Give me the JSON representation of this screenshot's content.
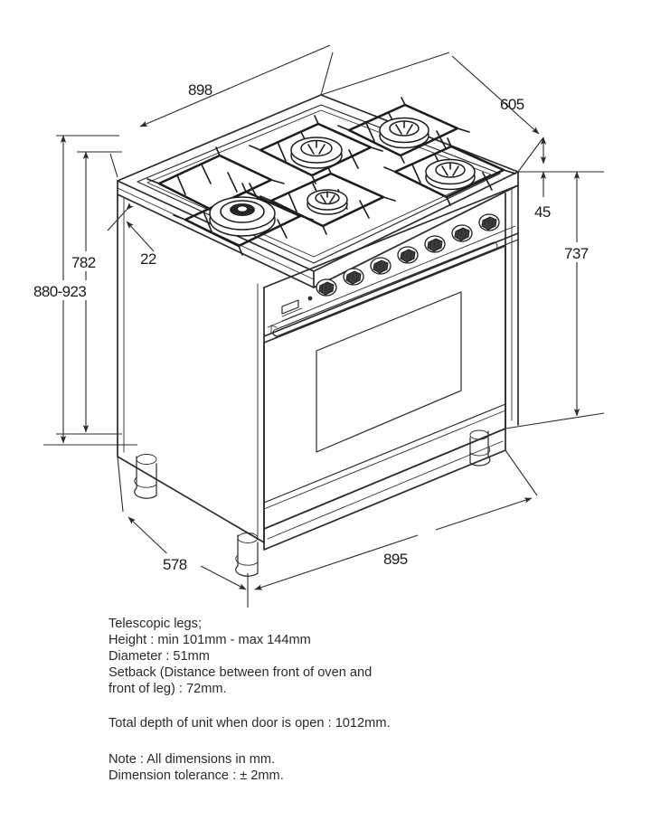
{
  "document": {
    "kind": "dimensional-line-drawing",
    "subject": "90cm freestanding range cooker with 5-burner gas hob"
  },
  "dimensions": {
    "width_top": "898",
    "depth_top": "605",
    "worktop_thickness": "22",
    "worktop_lip": "45",
    "height_to_worktop": "782",
    "height_adjustable_range": "880-923",
    "height_front_to_worktop": "737",
    "depth_base": "578",
    "width_base": "895"
  },
  "dimension_list": [
    {
      "id": "width-top",
      "value": "898",
      "meaning": "overall width at worktop"
    },
    {
      "id": "depth-top",
      "value": "605",
      "meaning": "overall depth at worktop"
    },
    {
      "id": "worktop-thickness",
      "value": "22",
      "meaning": "worktop edge thickness"
    },
    {
      "id": "worktop-lip",
      "value": "45",
      "meaning": "worktop lip / overhang height"
    },
    {
      "id": "height-worktop",
      "value": "782",
      "meaning": "height to underside of worktop"
    },
    {
      "id": "height-range",
      "value": "880-923",
      "meaning": "overall adjustable height"
    },
    {
      "id": "height-front",
      "value": "737",
      "meaning": "front height below worktop"
    },
    {
      "id": "depth-base",
      "value": "578",
      "meaning": "depth at base"
    },
    {
      "id": "width-base",
      "value": "895",
      "meaning": "width at base"
    }
  ],
  "notes": {
    "legs_block": [
      "Telescopic legs;",
      "Height : min 101mm - max 144mm",
      "Diameter : 51mm",
      "Setback (Distance between front of oven and",
      "front of leg) : 72mm."
    ],
    "door_open_line": "Total depth of unit when door is open : 1012mm.",
    "footer_block": [
      "Note : All dimensions in mm.",
      "Dimension tolerance : ± 2mm."
    ]
  },
  "appliance": {
    "burner_count": 5,
    "knob_count": 7,
    "leg_count": 4,
    "features": [
      "gas hob with cast pan supports",
      "large wok burner front left",
      "control panel with timer display",
      "tubular control panel rail handle",
      "oven door with viewing window",
      "tubular oven door handle",
      "telescopic adjustable legs"
    ]
  },
  "style": {
    "background": "#ffffff",
    "line_color": "#2b2b2b",
    "text_color": "#2a2a2a"
  }
}
